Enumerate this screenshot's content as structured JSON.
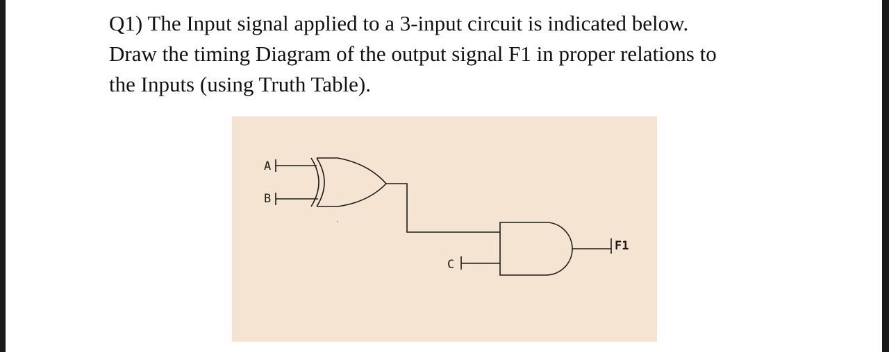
{
  "question": {
    "line1": "Q1)  The Input signal applied to a 3-input circuit is indicated below.",
    "line2": "Draw the timing Diagram of the output signal F1 in proper relations to",
    "line3": "the Inputs (using Truth Table)."
  },
  "circuit": {
    "inputs": [
      "A",
      "B",
      "C"
    ],
    "output": "F1",
    "gates": [
      "xor-gate",
      "and-gate"
    ],
    "background_color": "#f5e4d1"
  }
}
